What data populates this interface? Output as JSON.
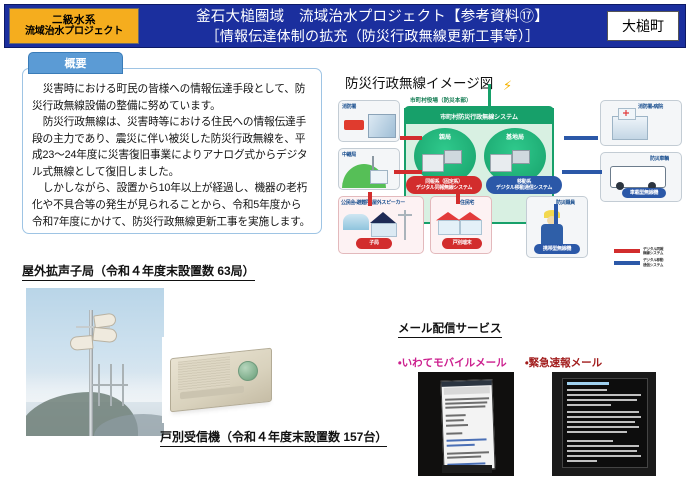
{
  "header": {
    "badge_line1": "二級水系",
    "badge_line2": "流域治水プロジェクト",
    "title_line1": "釜石大槌圏域　流域治水プロジェクト【参考資料⑰】",
    "title_line2": "［情報伝達体制の拡充（防災行政無線更新工事等）］",
    "town": "大槌町",
    "bg_color": "#1b2f9e",
    "badge_color": "#f5ad1e"
  },
  "summary": {
    "tab_label": "概要",
    "paragraphs": [
      "災害時における町民の皆様への情報伝達手段として、防災行政無線設備の整備に努めています。",
      "防災行政無線は、災害時等における住民への情報伝達手段の主力であり、震災に伴い被災した防災行政無線を、平成23～24年度に災害復旧事業によりアナログ式からデジタル式無線として復旧しました。",
      "しかしながら、設置から10年以上が経過し、機器の老朽化や不具合等の発生が見られることから、令和5年度から令和7年度にかけて、防災行政無線更新工事を実施します。"
    ]
  },
  "diagram": {
    "title": "防災行政無線イメージ図",
    "center": {
      "header_label": "市町村役場（防災本部）",
      "system_label": "市町村防災行政無線システム",
      "node_left": "親局",
      "node_right": "基地局"
    },
    "boxes": [
      {
        "id": "fire-station",
        "label": "消防署"
      },
      {
        "id": "relay-station",
        "label": "中継局"
      },
      {
        "id": "public-hall",
        "label": "公民会・避難所・屋外スピーカー"
      },
      {
        "id": "residence",
        "label": "住民宅"
      },
      {
        "id": "fire-hospital",
        "label": "消防署・病院"
      },
      {
        "id": "disaster-vehicle",
        "label": "防災車輌"
      },
      {
        "id": "disaster-staff",
        "label": "防災職員"
      }
    ],
    "pills": [
      {
        "id": "digital-broadcast",
        "line1": "同報系（固定系）",
        "line2": "デジタル同報無線システム",
        "color": "#d22d2d"
      },
      {
        "id": "digital-mobile",
        "line1": "移動系",
        "line2": "デジタル移動通信システム",
        "color": "#2b58a8"
      },
      {
        "id": "child-station",
        "line1": "子局",
        "color": "#d22d2d"
      },
      {
        "id": "household-terminal",
        "line1": "戸別端末",
        "color": "#d22d2d"
      },
      {
        "id": "vehicle-radio",
        "line1": "車載型無線機",
        "color": "#2b58a8"
      },
      {
        "id": "portable-radio",
        "line1": "携帯型無線機",
        "color": "#2b58a8"
      }
    ],
    "legend": [
      {
        "color": "#d22d2d",
        "line1": "デジタル同報",
        "line2": "無線システム"
      },
      {
        "color": "#2b58a8",
        "line1": "デジタル移動",
        "line2": "通信システム"
      }
    ]
  },
  "sections": {
    "speaker_caption": "屋外拡声子局（令和４年度末設置数 63局）",
    "receiver_caption": "戸別受信機（令和４年度末設置数 157台）",
    "mail_caption": "メール配信サービス",
    "mail_label_1": "・いわてモバイルメール",
    "mail_label_2": "・緊急速報メール",
    "mail_label_1_color": "#cc1f8e",
    "mail_label_2_color": "#a11b1b"
  }
}
